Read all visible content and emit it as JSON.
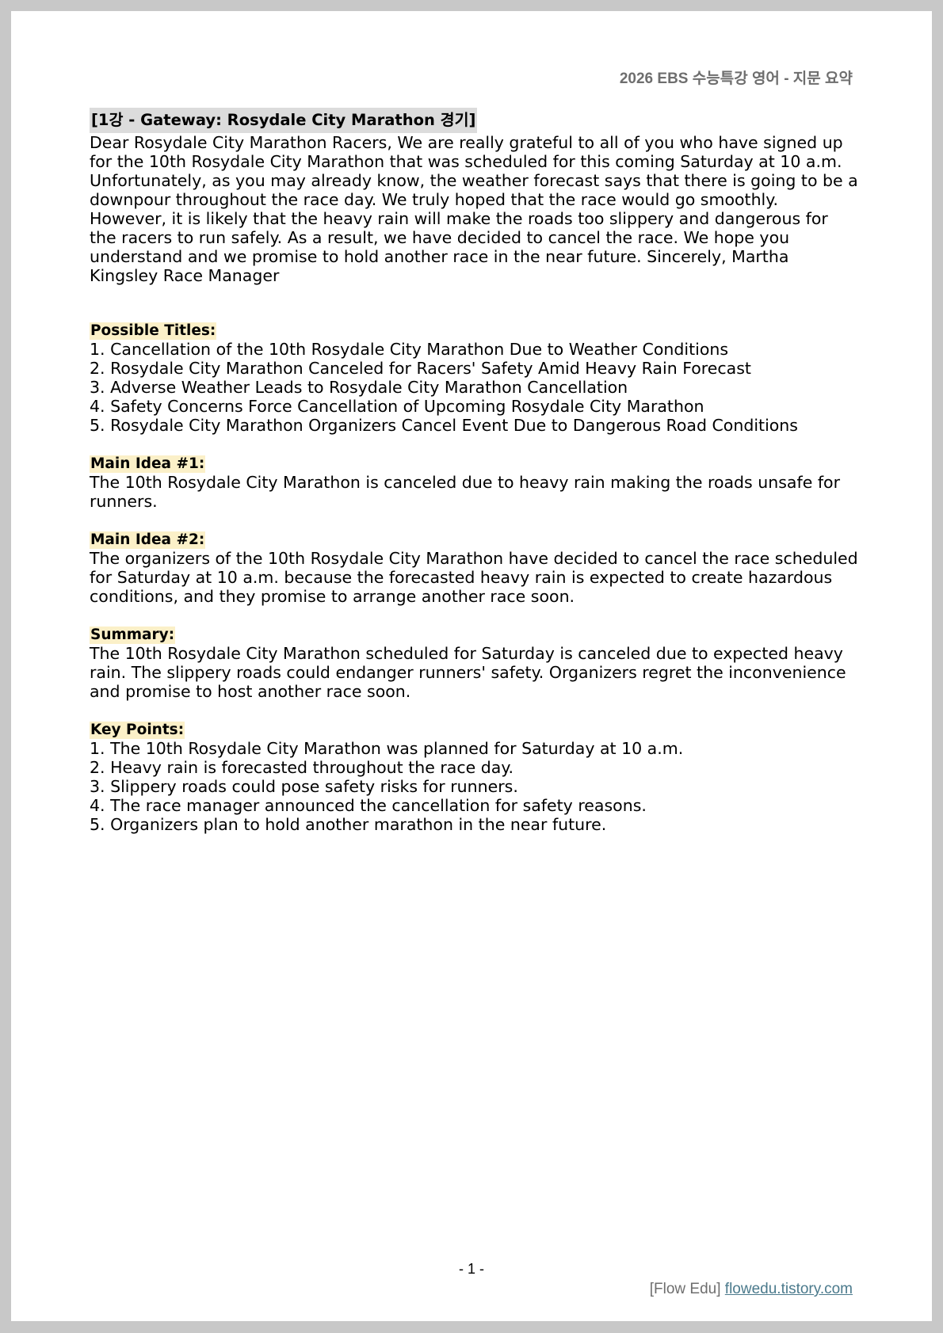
{
  "header": {
    "text": "2026 EBS 수능특강 영어 - 지문 요약"
  },
  "lesson": {
    "title": "[1강 - Gateway: Rosydale City Marathon 경기]"
  },
  "passage": "Dear Rosydale City Marathon Racers, We are really grateful to all of you who have signed up for the 10th Rosydale City Marathon that was scheduled for this coming Saturday at 10 a.m. Unfortunately, as you may already know, the weather forecast says that there is going to be a downpour throughout the race day. We truly hoped that the race would go smoothly. However, it is likely that the heavy rain will make the roads too slippery and dangerous for the racers to run safely. As a result, we have decided to cancel the race. We hope you understand and we promise to hold another race in the near future. Sincerely, Martha Kingsley Race Manager",
  "titles": {
    "label": "Possible Titles:",
    "items": [
      "1. Cancellation of the 10th Rosydale City Marathon Due to Weather Conditions",
      "2. Rosydale City Marathon Canceled for Racers' Safety Amid Heavy Rain Forecast",
      "3. Adverse Weather Leads to Rosydale City Marathon Cancellation",
      "4. Safety Concerns Force Cancellation of Upcoming Rosydale City Marathon",
      "5. Rosydale City Marathon Organizers Cancel Event Due to Dangerous Road Conditions"
    ]
  },
  "main_idea_1": {
    "label": "Main Idea #1:",
    "text": "The 10th Rosydale City Marathon is canceled due to heavy rain making the roads unsafe for runners."
  },
  "main_idea_2": {
    "label": "Main Idea #2:",
    "text": "The organizers of the 10th Rosydale City Marathon have decided to cancel the race scheduled for Saturday at 10 a.m. because the forecasted heavy rain is expected to create hazardous conditions, and they promise to arrange another race soon."
  },
  "summary": {
    "label": "Summary:",
    "text": "The 10th Rosydale City Marathon scheduled for Saturday is canceled due to expected heavy rain. The slippery roads could endanger runners' safety. Organizers regret the inconvenience and promise to host another race soon."
  },
  "key_points": {
    "label": "Key Points:",
    "items": [
      "1. The 10th Rosydale City Marathon was planned for Saturday at 10 a.m.",
      "2. Heavy rain is forecasted throughout the race day.",
      "3. Slippery roads could pose safety risks for runners.",
      "4. The race manager announced the cancellation for safety reasons.",
      "5. Organizers plan to hold another marathon in the near future."
    ]
  },
  "page_number": "- 1 -",
  "footer": {
    "brand": "[Flow Edu]",
    "link": "flowedu.tistory.com"
  }
}
